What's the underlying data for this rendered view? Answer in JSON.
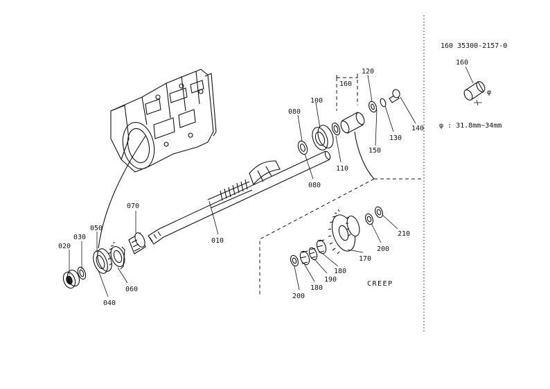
{
  "parts": {
    "p010": "010",
    "p020": "020",
    "p030": "030",
    "p040": "040",
    "p050": "050",
    "p060": "060",
    "p070": "070",
    "p080a": "080",
    "p080b": "080",
    "p100": "100",
    "p110": "110",
    "p120": "120",
    "p130": "130",
    "p140": "140",
    "p150": "150",
    "p160box": "160",
    "p170": "170",
    "p180a": "180",
    "p180b": "180",
    "p190": "190",
    "p200a": "200",
    "p200b": "200",
    "p210": "210"
  },
  "inset": {
    "part_number": "160  35300-2157-0",
    "part_label": "160",
    "diameter_note": "φ : 31.8mm~34mm",
    "phi_symbol": "φ"
  },
  "group_label": "CREEP"
}
